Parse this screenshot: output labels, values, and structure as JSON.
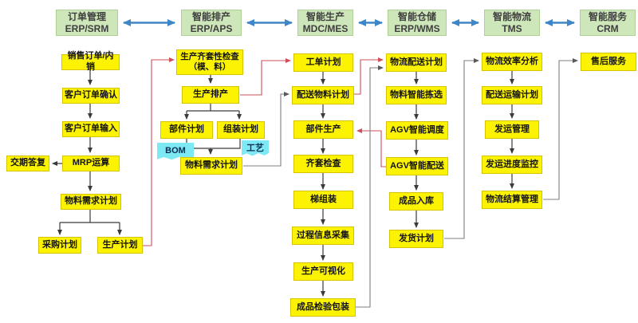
{
  "headers": [
    {
      "title": "订单管理",
      "subtitle": "ERP/SRM"
    },
    {
      "title": "智能排产",
      "subtitle": "ERP/APS"
    },
    {
      "title": "智能生产",
      "subtitle": "MDC/MES"
    },
    {
      "title": "智能仓储",
      "subtitle": "ERP/WMS"
    },
    {
      "title": "智能物流",
      "subtitle": "TMS"
    },
    {
      "title": "智能服务",
      "subtitle": "CRM"
    }
  ],
  "columns": {
    "c1": [
      "销售订单/内销",
      "客户订单确认",
      "客户订单输入",
      "MRP运算",
      "物料需求计划",
      "采购计划",
      "生产计划"
    ],
    "c1_side": "交期答复",
    "c2": [
      "生产齐套性检查（模、料）",
      "生产排产",
      "部件计划",
      "组装计划",
      "物料需求计划"
    ],
    "c3": [
      "工单计划",
      "配送物料计划",
      "部件生产",
      "齐套检查",
      "梯组装",
      "过程信息采集",
      "生产可视化",
      "成品检验包装"
    ],
    "c4": [
      "物流配送计划",
      "物料智能拣选",
      "AGV智能调度",
      "AGV智能配送",
      "成品入库",
      "发货计划"
    ],
    "c5": [
      "物流效率分析",
      "配送运输计划",
      "发运管理",
      "发运进度监控",
      "物流结算管理"
    ],
    "c6": [
      "售后服务"
    ]
  },
  "tags": {
    "bom": "BOM",
    "process": "工艺"
  },
  "colors": {
    "node_fill": "#FCF303",
    "node_border": "#D9C300",
    "header_fill": "#CDE6BA",
    "header_border": "#AECF95",
    "tag_fill": "#7DE9F2",
    "arrow_black": "#3A3A3A",
    "line_red": "#CC4F59",
    "line_gray": "#7F7F7F",
    "arrow_blue": "#3E86C8",
    "background": "#FFFFFF"
  }
}
